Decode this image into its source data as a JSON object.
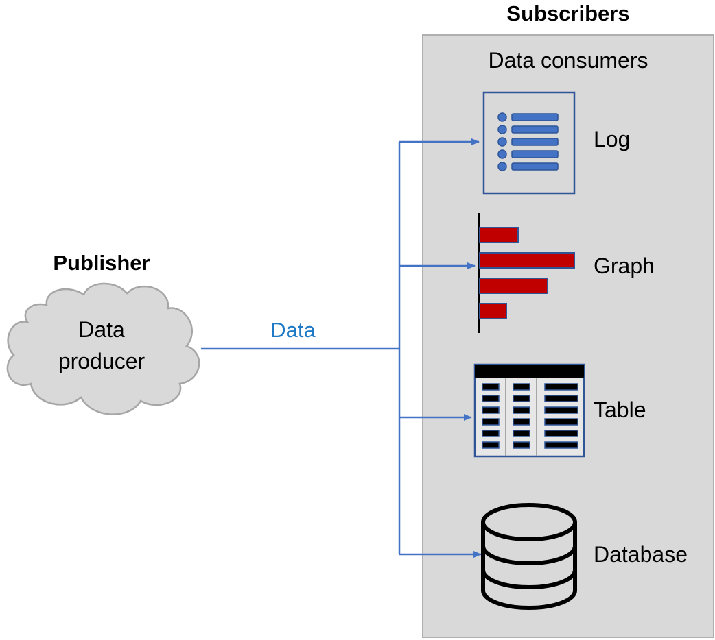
{
  "publisher": {
    "heading": "Publisher",
    "node_line1": "Data",
    "node_line2": "producer"
  },
  "connection": {
    "label": "Data"
  },
  "subscribers": {
    "heading": "Subscribers",
    "group_label": "Data consumers",
    "consumers": [
      {
        "label": "Log",
        "icon": "log-list-icon"
      },
      {
        "label": "Graph",
        "icon": "bar-graph-icon"
      },
      {
        "label": "Table",
        "icon": "table-icon"
      },
      {
        "label": "Database",
        "icon": "database-icon"
      }
    ]
  },
  "colors": {
    "accent_blue": "#4472C4",
    "data_label": "#1F7AC6",
    "panel_fill": "#D9D9D9",
    "panel_border": "#AFAFAF",
    "cloud_fill": "#D9D9D9",
    "cloud_border": "#A6A6A6",
    "graph_bar": "#C00000"
  }
}
